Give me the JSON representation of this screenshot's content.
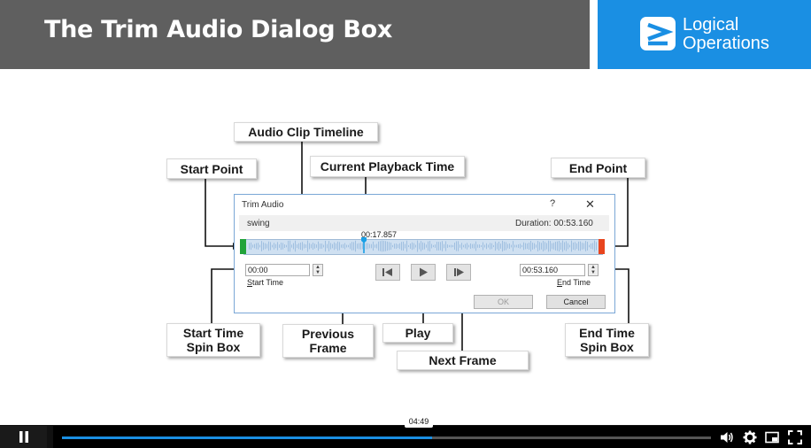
{
  "header": {
    "title": "The Trim Audio Dialog Box",
    "logo_line1": "Logical",
    "logo_line2": "Operations",
    "title_bg": "#5f5f5f",
    "logo_bg": "#1a8fe3"
  },
  "callouts": {
    "audio_clip_timeline": "Audio Clip Timeline",
    "current_playback_time": "Current Playback Time",
    "start_point": "Start Point",
    "end_point": "End Point",
    "start_time_spin_box_1": "Start Time",
    "start_time_spin_box_2": "Spin Box",
    "previous_frame_1": "Previous",
    "previous_frame_2": "Frame",
    "play": "Play",
    "next_frame": "Next Frame",
    "end_time_spin_box_1": "End Time",
    "end_time_spin_box_2": "Spin Box"
  },
  "dialog": {
    "title": "Trim Audio",
    "help": "?",
    "close": "✕",
    "filename": "swing",
    "duration": "Duration: 00:53.160",
    "current_time": "00:17.857",
    "start_value": "00:00",
    "end_value": "00:53.160",
    "start_label_accel": "S",
    "start_label_rest": "tart Time",
    "end_label_pre": "E",
    "end_label_rest": "nd Time",
    "ok": "OK",
    "cancel": "Cancel",
    "playhead_position_fraction": 0.336
  },
  "player": {
    "time_tooltip": "04:49",
    "progress_fraction": 0.57,
    "buffer_fraction": 0.57,
    "accent": "#1a8fe3",
    "icons": [
      "pause-icon",
      "volume-icon",
      "gear-icon",
      "picture-in-picture-icon",
      "fullscreen-icon"
    ]
  }
}
